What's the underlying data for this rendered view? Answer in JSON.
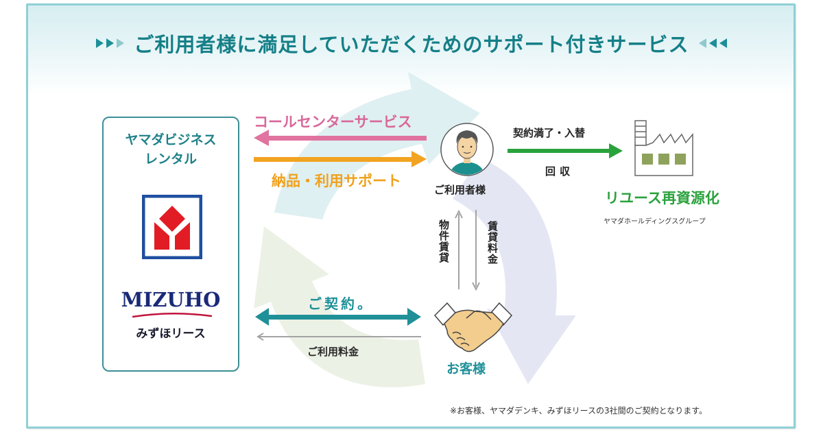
{
  "title": "ご利用者様に満足していただくためのサポート付きサービス",
  "colors": {
    "title": "#157f87",
    "call_center": "#d9679a",
    "delivery": "#f0a11c",
    "contract": "#1f9098",
    "recycle": "#2aa23c",
    "fee": "#999999",
    "frame": "#8fd0d6"
  },
  "provider": {
    "name_line1": "ヤマダビジネス",
    "name_line2": "レンタル",
    "yamada_logo": "yamada-logo",
    "mizuho_logo_text": "MIZUHO",
    "mizuho_lease": "みずほリース"
  },
  "flows": {
    "call_center": "コールセンターサービス",
    "delivery_support": "納品・利用サポート",
    "contract": "ご契約。",
    "usage_fee": "ご利用料金",
    "property_lease": "物件賃貸",
    "rental_fee": "賃貸料金",
    "contract_end": "契約満了・入替",
    "collection": "回収"
  },
  "nodes": {
    "user": "ご利用者様",
    "customer": "お客様",
    "reuse": "リユース再資源化",
    "holdings": "ヤマダホールディングスグループ"
  },
  "footnote": "※お客様、ヤマダデンキ、みずほリースの3社間のご契約となります。"
}
